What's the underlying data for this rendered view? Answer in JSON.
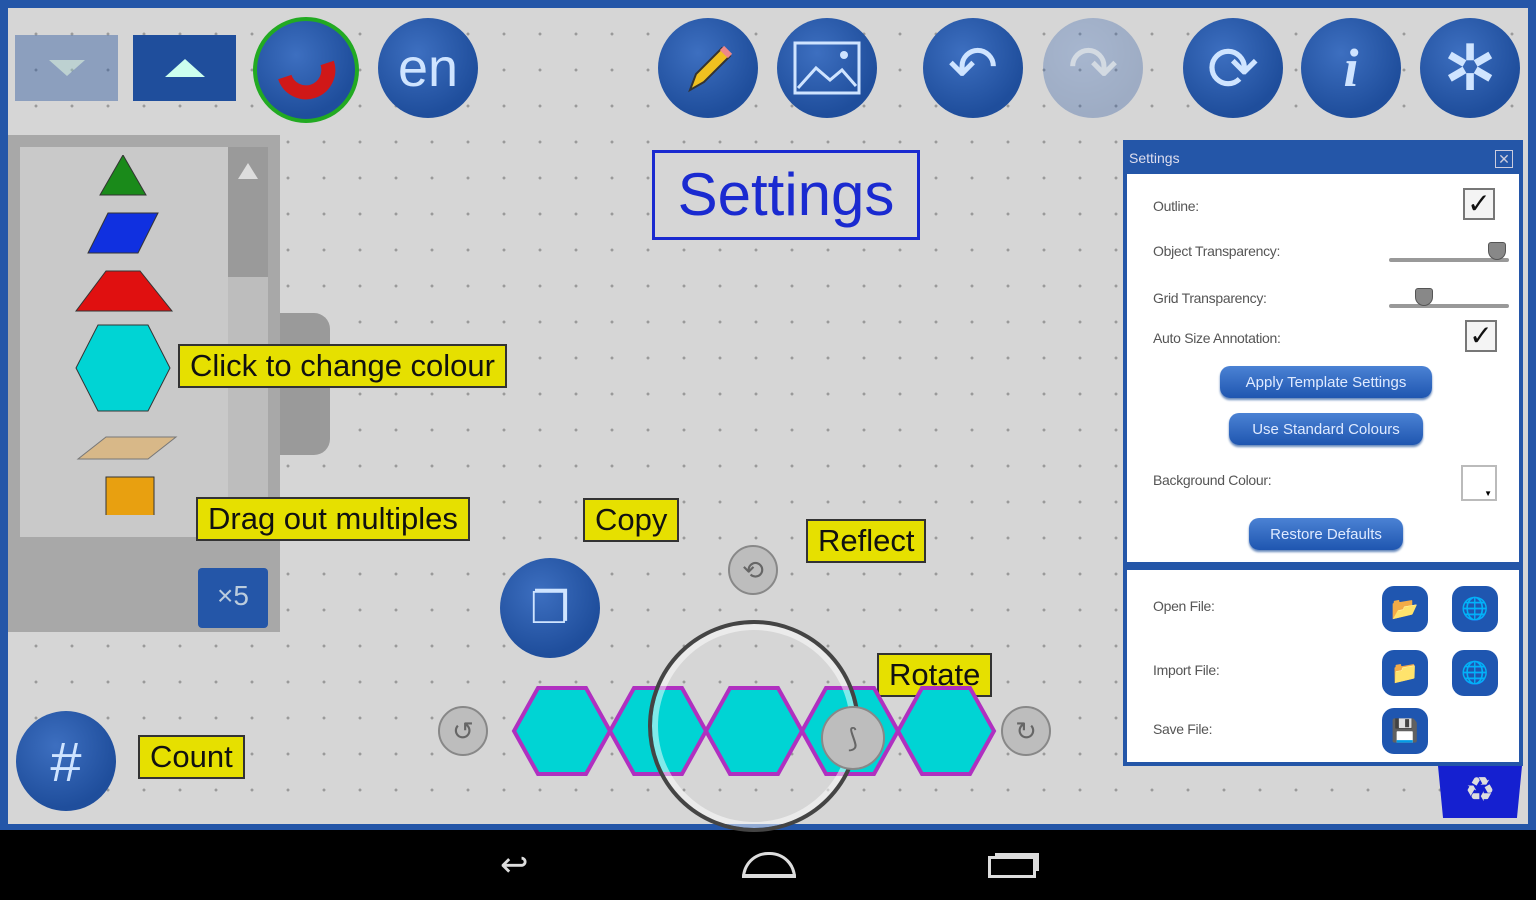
{
  "toolbar": {
    "language": "en",
    "buttons": [
      "scroll-down",
      "scroll-up",
      "magnet",
      "language",
      "pencil",
      "image",
      "undo",
      "redo",
      "refresh",
      "info",
      "settings"
    ]
  },
  "canvas": {
    "title": "Settings"
  },
  "palette": {
    "multiples_badge": "×5"
  },
  "tooltips": {
    "colour": "Click to change colour",
    "multiples": "Drag out multiples",
    "copy": "Copy",
    "reflect": "Reflect",
    "rotate": "Rotate",
    "count": "Count"
  },
  "count_button": "#",
  "settings": {
    "title": "Settings",
    "outline_label": "Outline:",
    "outline_checked": true,
    "object_transparency_label": "Object Transparency:",
    "object_transparency": 0.97,
    "grid_transparency_label": "Grid Transparency:",
    "grid_transparency": 0.25,
    "auto_size_label": "Auto Size Annotation:",
    "auto_size_checked": true,
    "apply_template": "Apply Template Settings",
    "standard_colours": "Use Standard Colours",
    "background_colour_label": "Background Colour:",
    "restore_defaults": "Restore Defaults"
  },
  "files": {
    "open": "Open File:",
    "import": "Import File:",
    "save": "Save File:"
  },
  "colors": {
    "accent": "#1f4e9c",
    "tooltip": "#e6e000",
    "hex_fill": "#00d4d4",
    "hex_outline": "#b030c0"
  }
}
